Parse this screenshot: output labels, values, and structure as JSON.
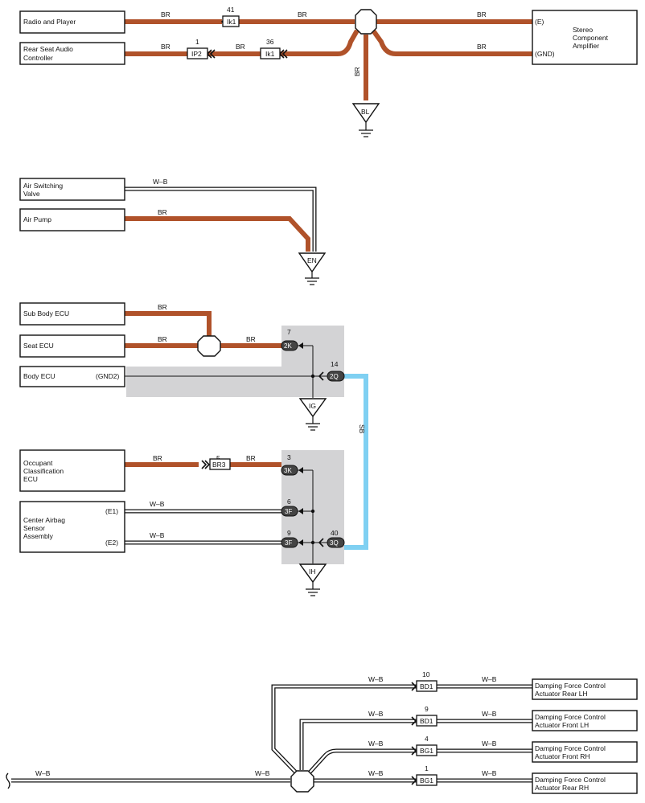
{
  "diagram": {
    "group1": {
      "components": {
        "radio": "Radio and Player",
        "rear_seat_audio_1": "Rear Seat Audio",
        "rear_seat_audio_2": "Controller",
        "amplifier_1": "Stereo",
        "amplifier_2": "Component",
        "amplifier_3": "Amplifier"
      },
      "terminals": {
        "e": "(E)",
        "gnd": "(GND)"
      },
      "wire_labels": {
        "br": "BR"
      },
      "connectors": {
        "ik1_top": {
          "name": "Ik1",
          "pin": "41"
        },
        "ip2": {
          "name": "IP2",
          "pin": "1"
        },
        "ik1_bottom": {
          "name": "Ik1",
          "pin": "36"
        }
      },
      "ground": "BL"
    },
    "group2": {
      "components": {
        "air_switching_1": "Air Switching",
        "air_switching_2": "Valve",
        "air_pump": "Air Pump"
      },
      "wire_labels": {
        "wb": "W–B",
        "br": "BR"
      },
      "ground": "EN"
    },
    "group3": {
      "components": {
        "sub_body_ecu": "Sub Body ECU",
        "seat_ecu": "Seat ECU",
        "body_ecu": "Body ECU",
        "occupant_1": "Occupant",
        "occupant_2": "Classification",
        "occupant_3": "ECU",
        "airbag_1": "Center Airbag",
        "airbag_2": "Sensor",
        "airbag_3": "Assembly"
      },
      "terminals": {
        "gnd2": "(GND2)",
        "e1": "(E1)",
        "e2": "(E2)"
      },
      "wire_labels": {
        "br": "BR",
        "wb": "W–B",
        "sb": "SB"
      },
      "connectors": {
        "c2k": {
          "name": "2K",
          "pin": "7"
        },
        "c2q": {
          "name": "2Q",
          "pin": "14"
        },
        "br3": {
          "name": "BR3",
          "pin": "5"
        },
        "c3k": {
          "name": "3K",
          "pin": "3"
        },
        "c3f_top": {
          "name": "3F",
          "pin": "6"
        },
        "c3f_bottom": {
          "name": "3F",
          "pin": "9"
        },
        "c3q": {
          "name": "3Q",
          "pin": "40"
        }
      },
      "grounds": {
        "ig": "IG",
        "ih": "IH"
      }
    },
    "group4": {
      "components": {
        "rear_lh_1": "Damping Force Control",
        "rear_lh_2": "Actuator Rear LH",
        "front_lh_1": "Damping Force Control",
        "front_lh_2": "Actuator Front LH",
        "front_rh_1": "Damping Force Control",
        "front_rh_2": "Actuator Front RH",
        "rear_rh_1": "Damping Force Control",
        "rear_rh_2": "Actuator Rear RH"
      },
      "wire_labels": {
        "wb": "W–B"
      },
      "connectors": {
        "bd1_a": {
          "name": "BD1",
          "pin": "10"
        },
        "bd1_b": {
          "name": "BD1",
          "pin": "9"
        },
        "bg1_a": {
          "name": "BG1",
          "pin": "4"
        },
        "bg1_b": {
          "name": "BG1",
          "pin": "1"
        }
      }
    }
  }
}
